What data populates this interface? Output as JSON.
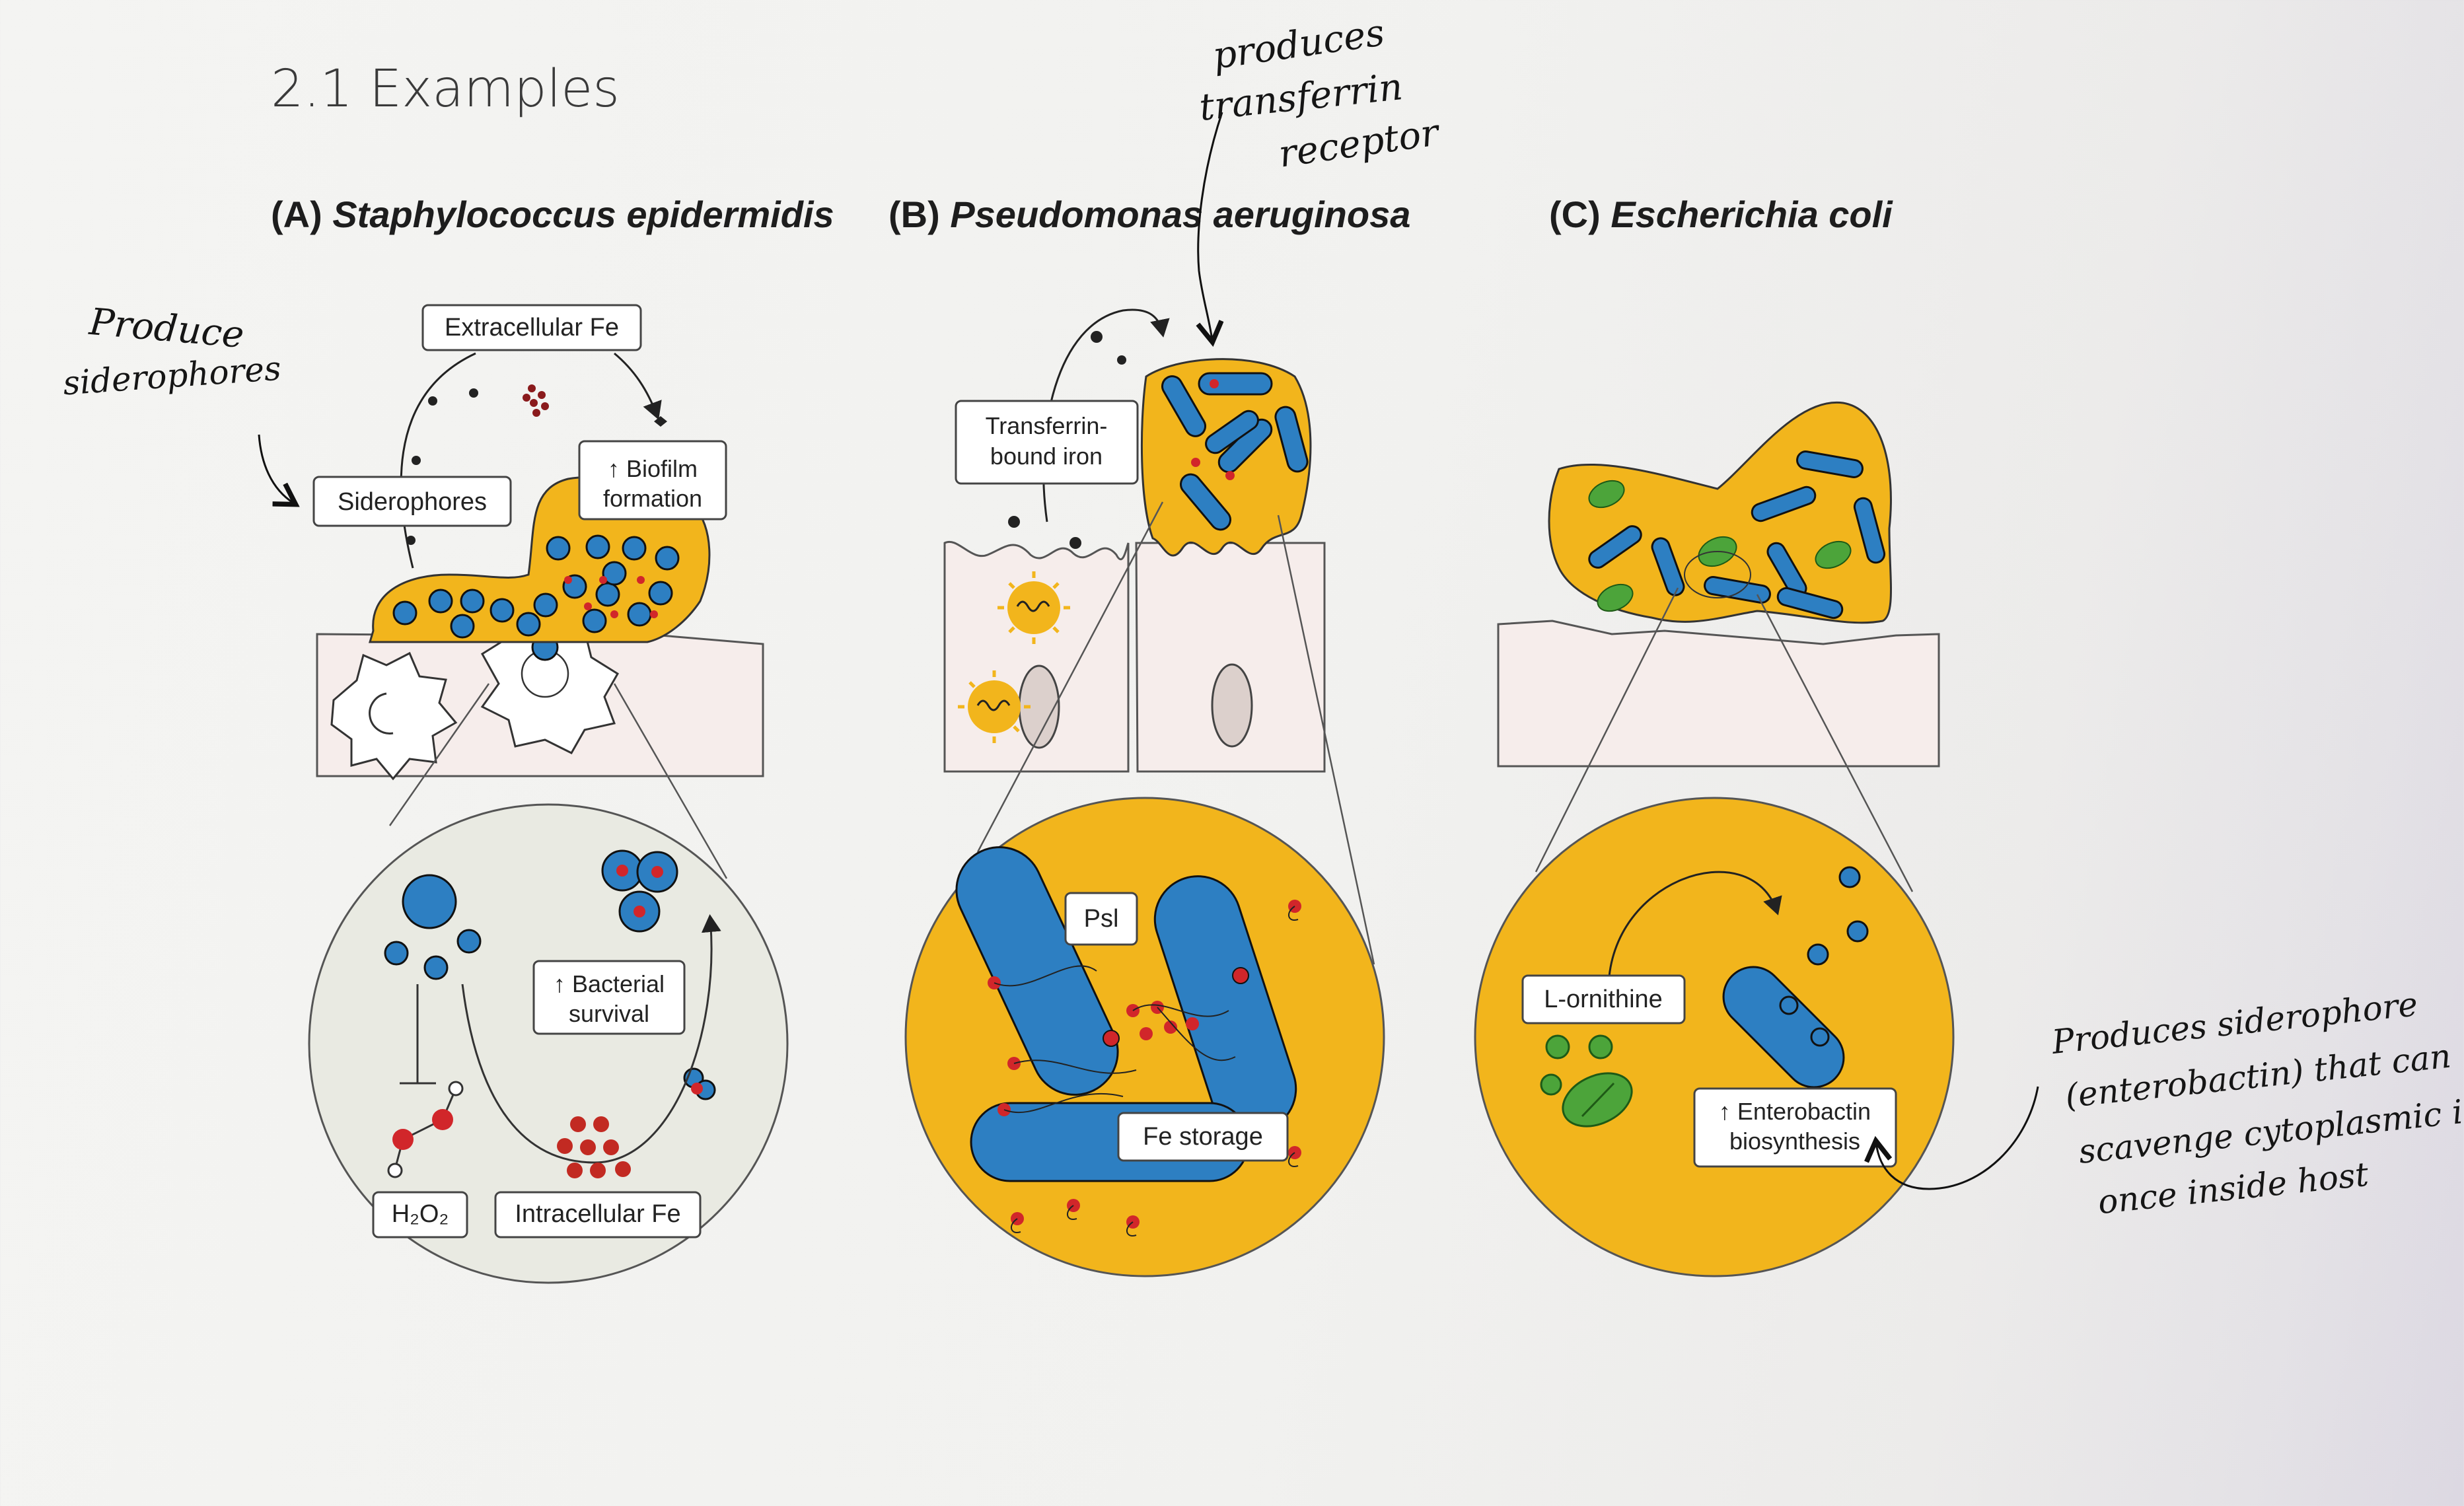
{
  "slide": {
    "title": "2.1 Examples"
  },
  "panels": [
    {
      "letter": "(A)",
      "organism": "Staphylococcus epidermidis"
    },
    {
      "letter": "(B)",
      "organism": "Pseudomonas aeruginosa"
    },
    {
      "letter": "(C)",
      "organism": "Escherichia coli"
    }
  ],
  "labels": {
    "extracellular_fe": "Extracellular Fe",
    "siderophores": "Siderophores",
    "biofilm_line1": "↑ Biofilm",
    "biofilm_line2": "formation",
    "bacterial_survival_line1": "↑ Bacterial",
    "bacterial_survival_line2": "survival",
    "h2o2": "H₂O₂",
    "intracellular_fe": "Intracellular Fe",
    "transferrin_line1": "Transferrin-",
    "transferrin_line2": "bound iron",
    "psl": "Psl",
    "fe_storage": "Fe storage",
    "l_ornithine": "L-ornithine",
    "enterobactin_line1": "↑ Enterobactin",
    "enterobactin_line2": "biosynthesis"
  },
  "annotations": {
    "a_line1": "Produce",
    "a_line2": "siderophores",
    "b_line1": "produces",
    "b_line2": "transferrin",
    "b_line3": "receptor",
    "c_line1": "Produces siderophore",
    "c_line2": "(enterobactin) that can",
    "c_line3": "scavenge cytoplasmic iron",
    "c_line4": "once inside host"
  },
  "colors": {
    "biofilm_yellow": "#f2b51c",
    "bacteria_blue": "#2d7fc2",
    "iron_red": "#d1262a",
    "epithelium": "#f5ecea",
    "inset_grey": "#e9eae2",
    "green": "#4ca43a"
  }
}
